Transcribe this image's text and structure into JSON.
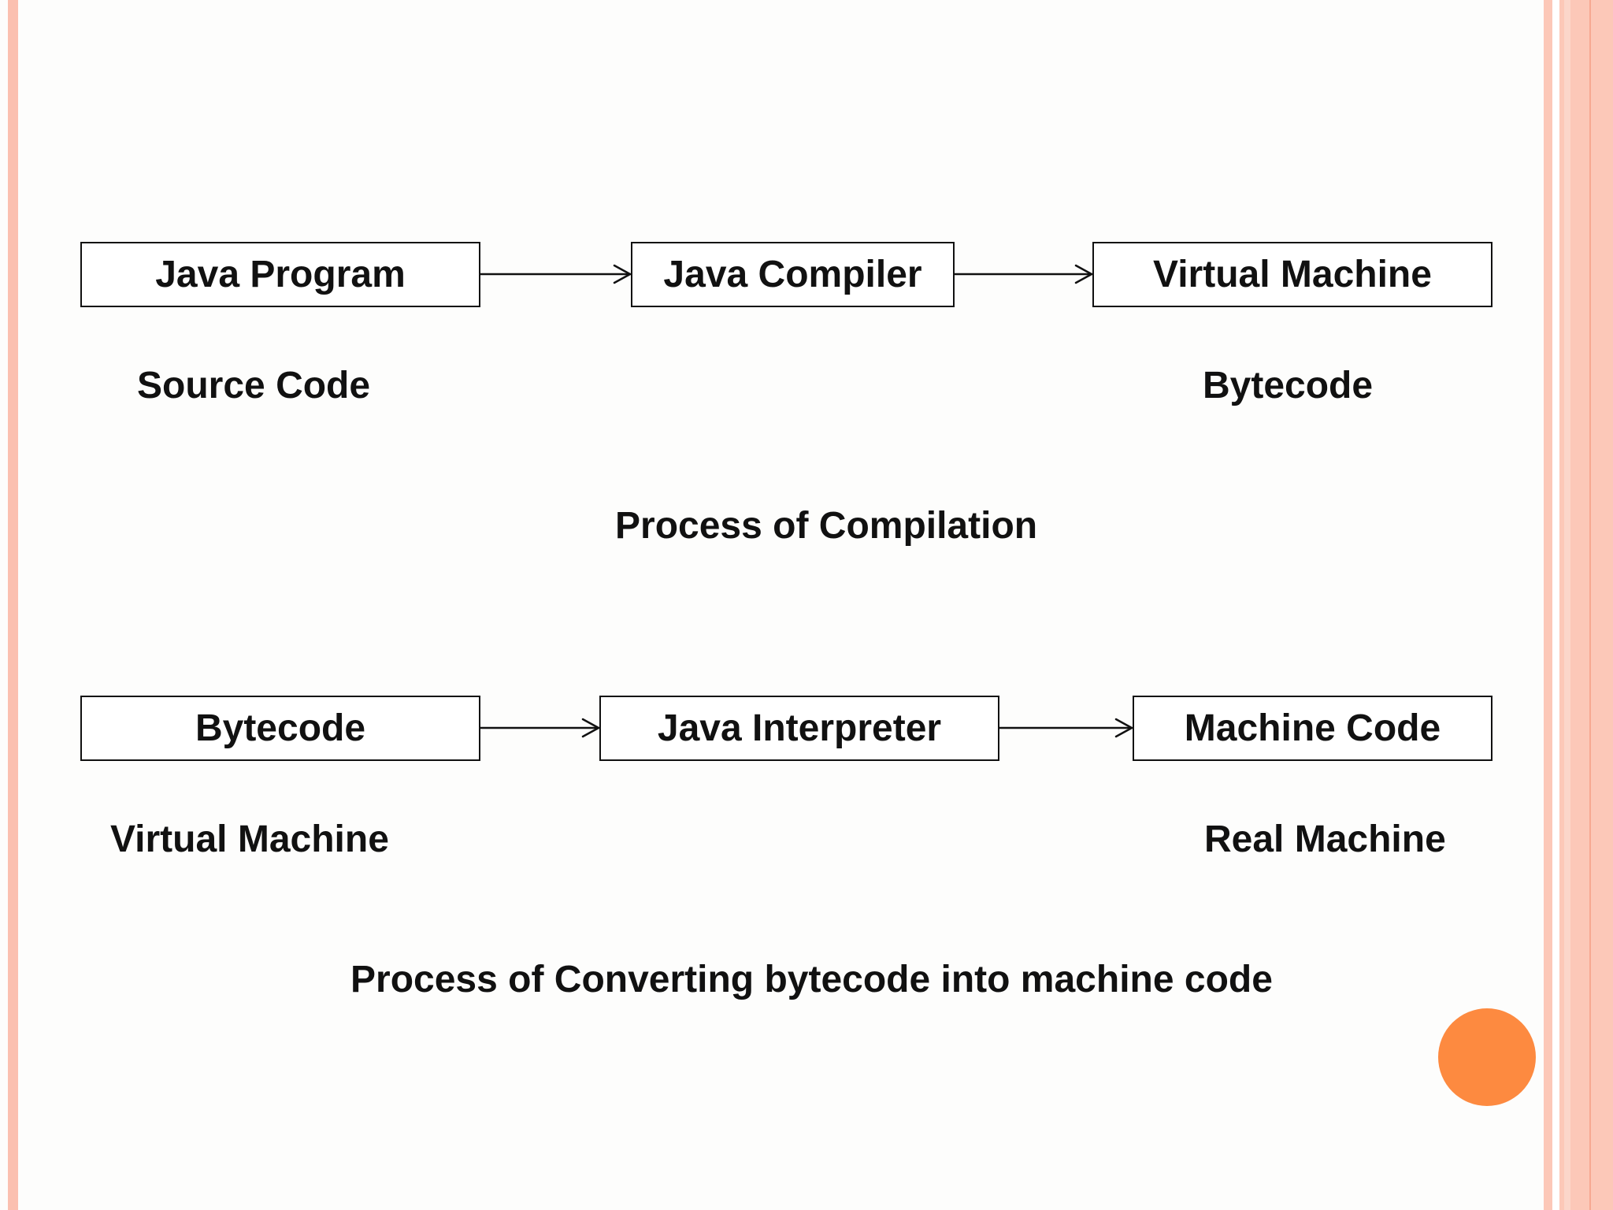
{
  "slide": {
    "accent_color": "#fd8a40",
    "border_color": "#fcc8b8"
  },
  "compilation": {
    "boxes": [
      "Java Program",
      "Java Compiler",
      "Virtual Machine"
    ],
    "source_label": "Source Code",
    "output_label": "Bytecode",
    "caption": "Process of Compilation"
  },
  "interpretation": {
    "boxes": [
      "Bytecode",
      "Java Interpreter",
      "Machine Code"
    ],
    "source_label": "Virtual Machine",
    "output_label": "Real Machine",
    "caption": "Process of Converting bytecode into machine code"
  }
}
